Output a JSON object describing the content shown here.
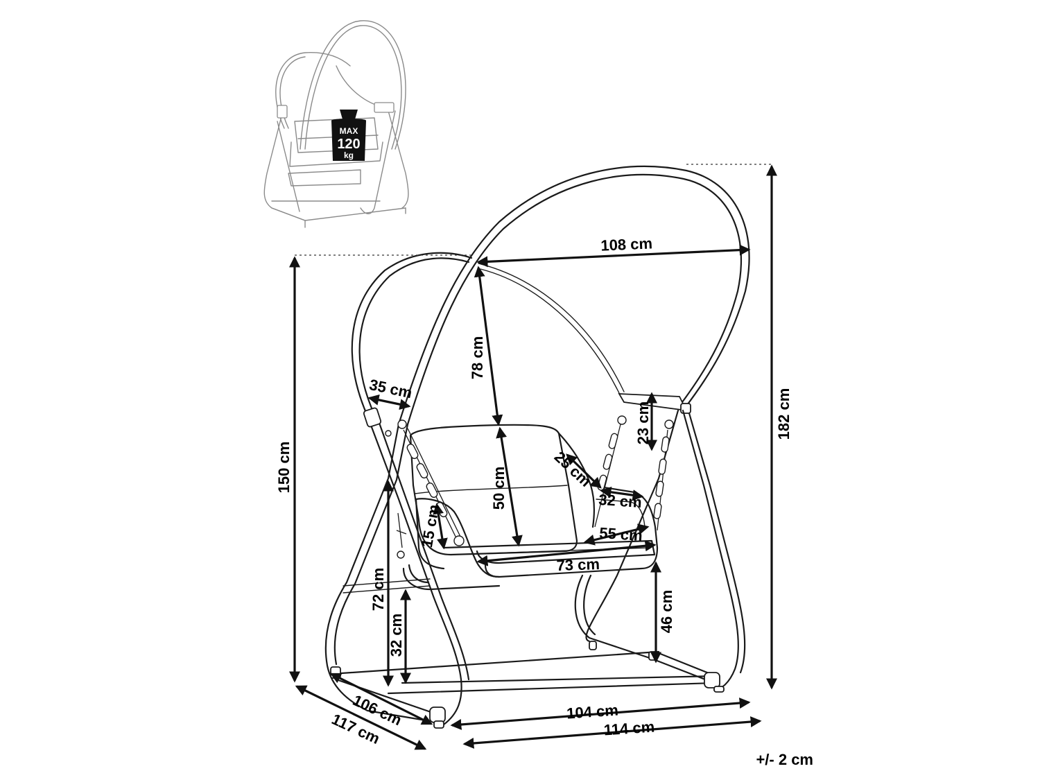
{
  "weight_badge": {
    "line1": "MAX",
    "line2": "120",
    "line3": "kg"
  },
  "dimensions": {
    "canopy_width": "108 cm",
    "total_height": "182 cm",
    "frame_height": "150 cm",
    "backrest_to_canopy": "78 cm",
    "backrest_height": "50 cm",
    "side_frame_offset": "35 cm",
    "chain_length": "23 cm",
    "armrest_depth": "25 cm",
    "armrest_width": "32 cm",
    "armrest_height": "15 cm",
    "seat_depth": "55 cm",
    "seat_width": "73 cm",
    "armrest_floor_height": "72 cm",
    "seat_floor_height": "46 cm",
    "base_bar_height": "32 cm",
    "inner_depth": "106 cm",
    "outer_depth": "117 cm",
    "inner_width": "104 cm",
    "outer_width": "114 cm"
  },
  "tolerance": "+/- 2 cm"
}
